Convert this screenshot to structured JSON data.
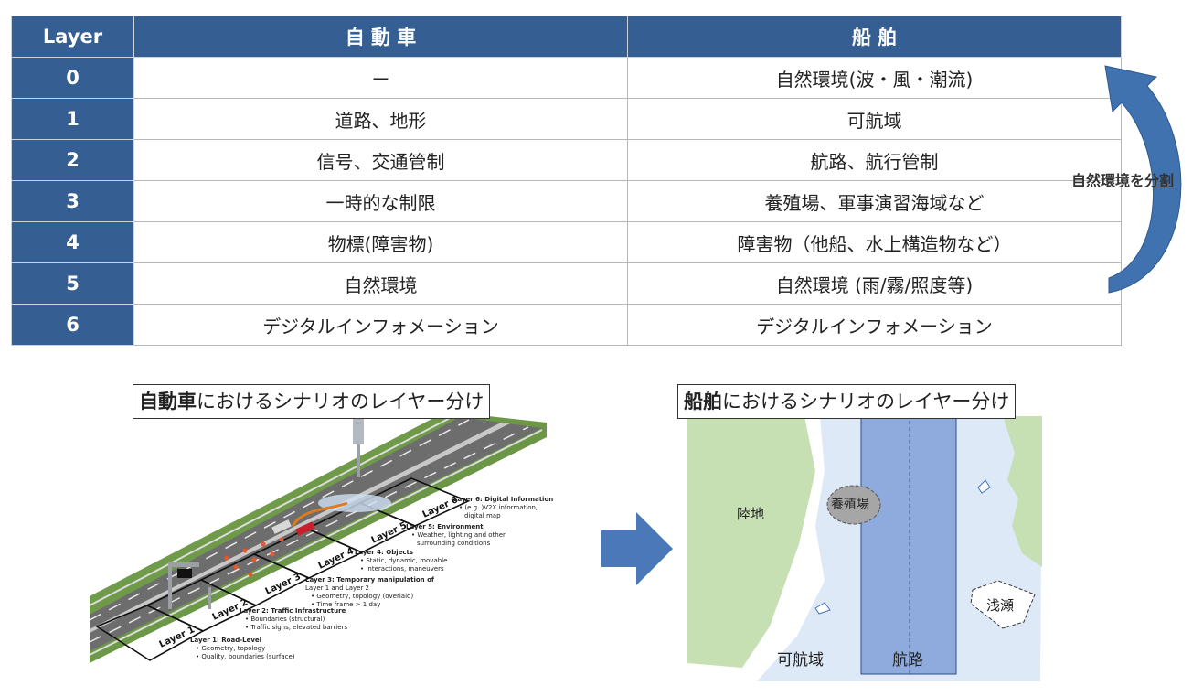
{
  "table": {
    "headers": [
      "Layer",
      "自 動 車",
      "船 舶"
    ],
    "rows": [
      {
        "layer": "0",
        "car": "ー",
        "ship": "自然環境(波・風・潮流)"
      },
      {
        "layer": "1",
        "car": "道路、地形",
        "ship": "可航域"
      },
      {
        "layer": "2",
        "car": "信号、交通管制",
        "ship": "航路、航行管制"
      },
      {
        "layer": "3",
        "car": "一時的な制限",
        "ship": "養殖場、軍事演習海域など"
      },
      {
        "layer": "4",
        "car": "物標(障害物)",
        "ship": "障害物（他船、水上構造物など）"
      },
      {
        "layer": "5",
        "car": "自然環境",
        "ship": "自然環境 (雨/霧/照度等)"
      },
      {
        "layer": "6",
        "car": "デジタルインフォメーション",
        "ship": "デジタルインフォメーション"
      }
    ]
  },
  "arrow_label": "自然環境を分割",
  "car_caption": {
    "bold": "自動車",
    "rest": "におけるシナリオのレイヤー分け"
  },
  "ship_caption": {
    "bold": "船舶",
    "rest": "におけるシナリオのレイヤー分け"
  },
  "road": {
    "layer_tags": [
      "Layer 1",
      "Layer 2",
      "Layer 3",
      "Layer 4",
      "Layer 5",
      "Layer 6"
    ],
    "notes": [
      {
        "title": "Layer 1: Road-Level",
        "items": [
          "Geometry, topology",
          "Quality, boundaries (surface)"
        ]
      },
      {
        "title": "Layer 2: Traffic Infrastructure",
        "items": [
          "Boundaries (structural)",
          "Traffic signs, elevated barriers"
        ]
      },
      {
        "title": "Layer 3: Temporary manipulation of",
        "items": [
          "Geometry, topology (overlaid)",
          "Time frame > 1 day"
        ],
        "extra": "Layer 1 and Layer 2"
      },
      {
        "title": "Layer 4: Objects",
        "items": [
          "Static, dynamic, movable",
          "Interactions, maneuvers"
        ]
      },
      {
        "title": "Layer 5: Environment",
        "items": [
          "Weather, lighting and other",
          "surrounding conditions"
        ]
      },
      {
        "title": "Layer 6: Digital Information",
        "items": [
          "(e.g. )V2X information,",
          "digital map"
        ]
      }
    ]
  },
  "ship_map": {
    "land": "陸地",
    "farm": "養殖場",
    "navigable": "可航域",
    "route": "航路",
    "shoal": "浅瀬"
  },
  "colors": {
    "header": "#355e93",
    "arrow": "#3f72af",
    "land": "#c6e0b4",
    "water": "#dde9f6",
    "route": "#8faadc"
  }
}
